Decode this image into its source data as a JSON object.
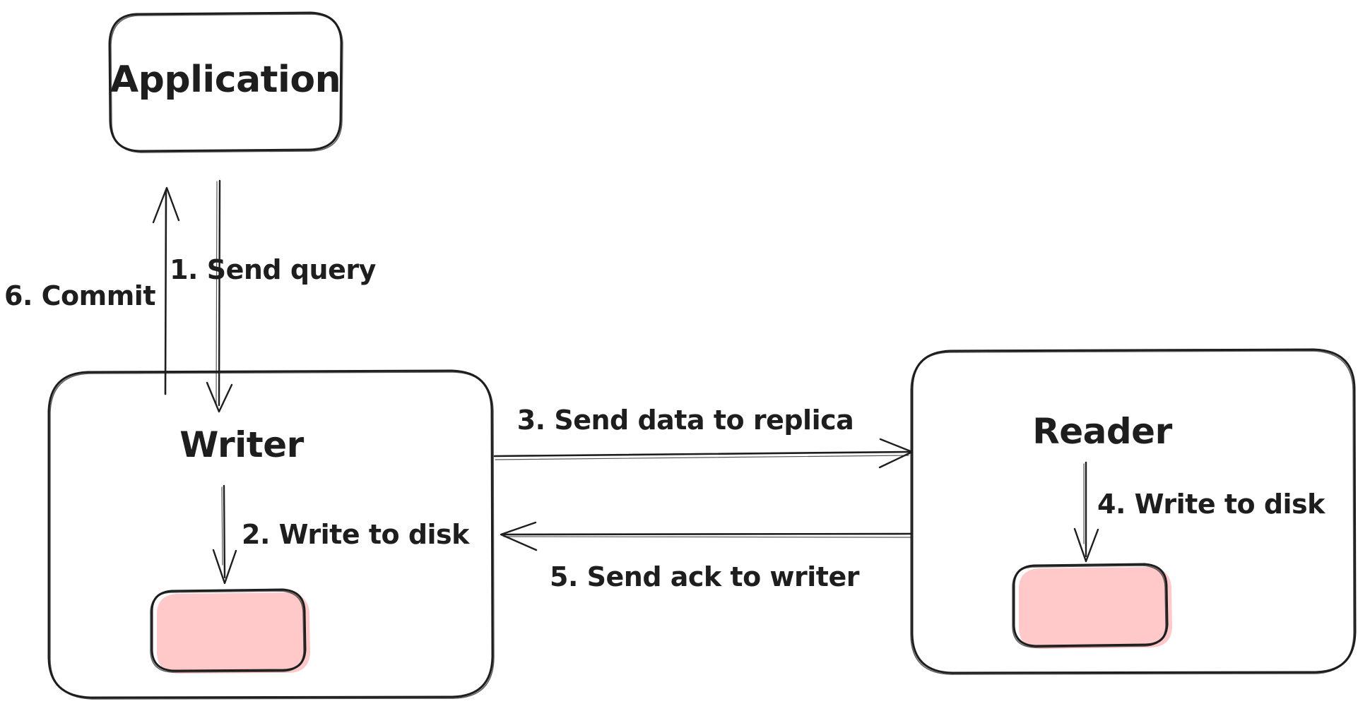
{
  "diagram": {
    "type": "flow-diagram",
    "background": "#ffffff",
    "colors": {
      "stroke": "#1e1e1e",
      "disk_fill": "#ffc9c9",
      "node_fill": "#ffffff"
    },
    "nodes": {
      "application": {
        "label": "Application"
      },
      "writer": {
        "label": "Writer"
      },
      "reader": {
        "label": "Reader"
      },
      "writer_disk": {
        "label": ""
      },
      "reader_disk": {
        "label": ""
      }
    },
    "edges": {
      "send_query": {
        "label": "1. Send query",
        "from": "application",
        "to": "writer"
      },
      "write_to_disk_writer": {
        "label": "2. Write to disk",
        "from": "writer",
        "to": "writer_disk"
      },
      "send_data_to_replica": {
        "label": "3. Send data to replica",
        "from": "writer",
        "to": "reader"
      },
      "write_to_disk_reader": {
        "label": "4. Write to disk",
        "from": "reader",
        "to": "reader_disk"
      },
      "send_ack_to_writer": {
        "label": "5. Send ack to writer",
        "from": "reader",
        "to": "writer"
      },
      "commit": {
        "label": "6. Commit",
        "from": "writer",
        "to": "application"
      }
    }
  }
}
